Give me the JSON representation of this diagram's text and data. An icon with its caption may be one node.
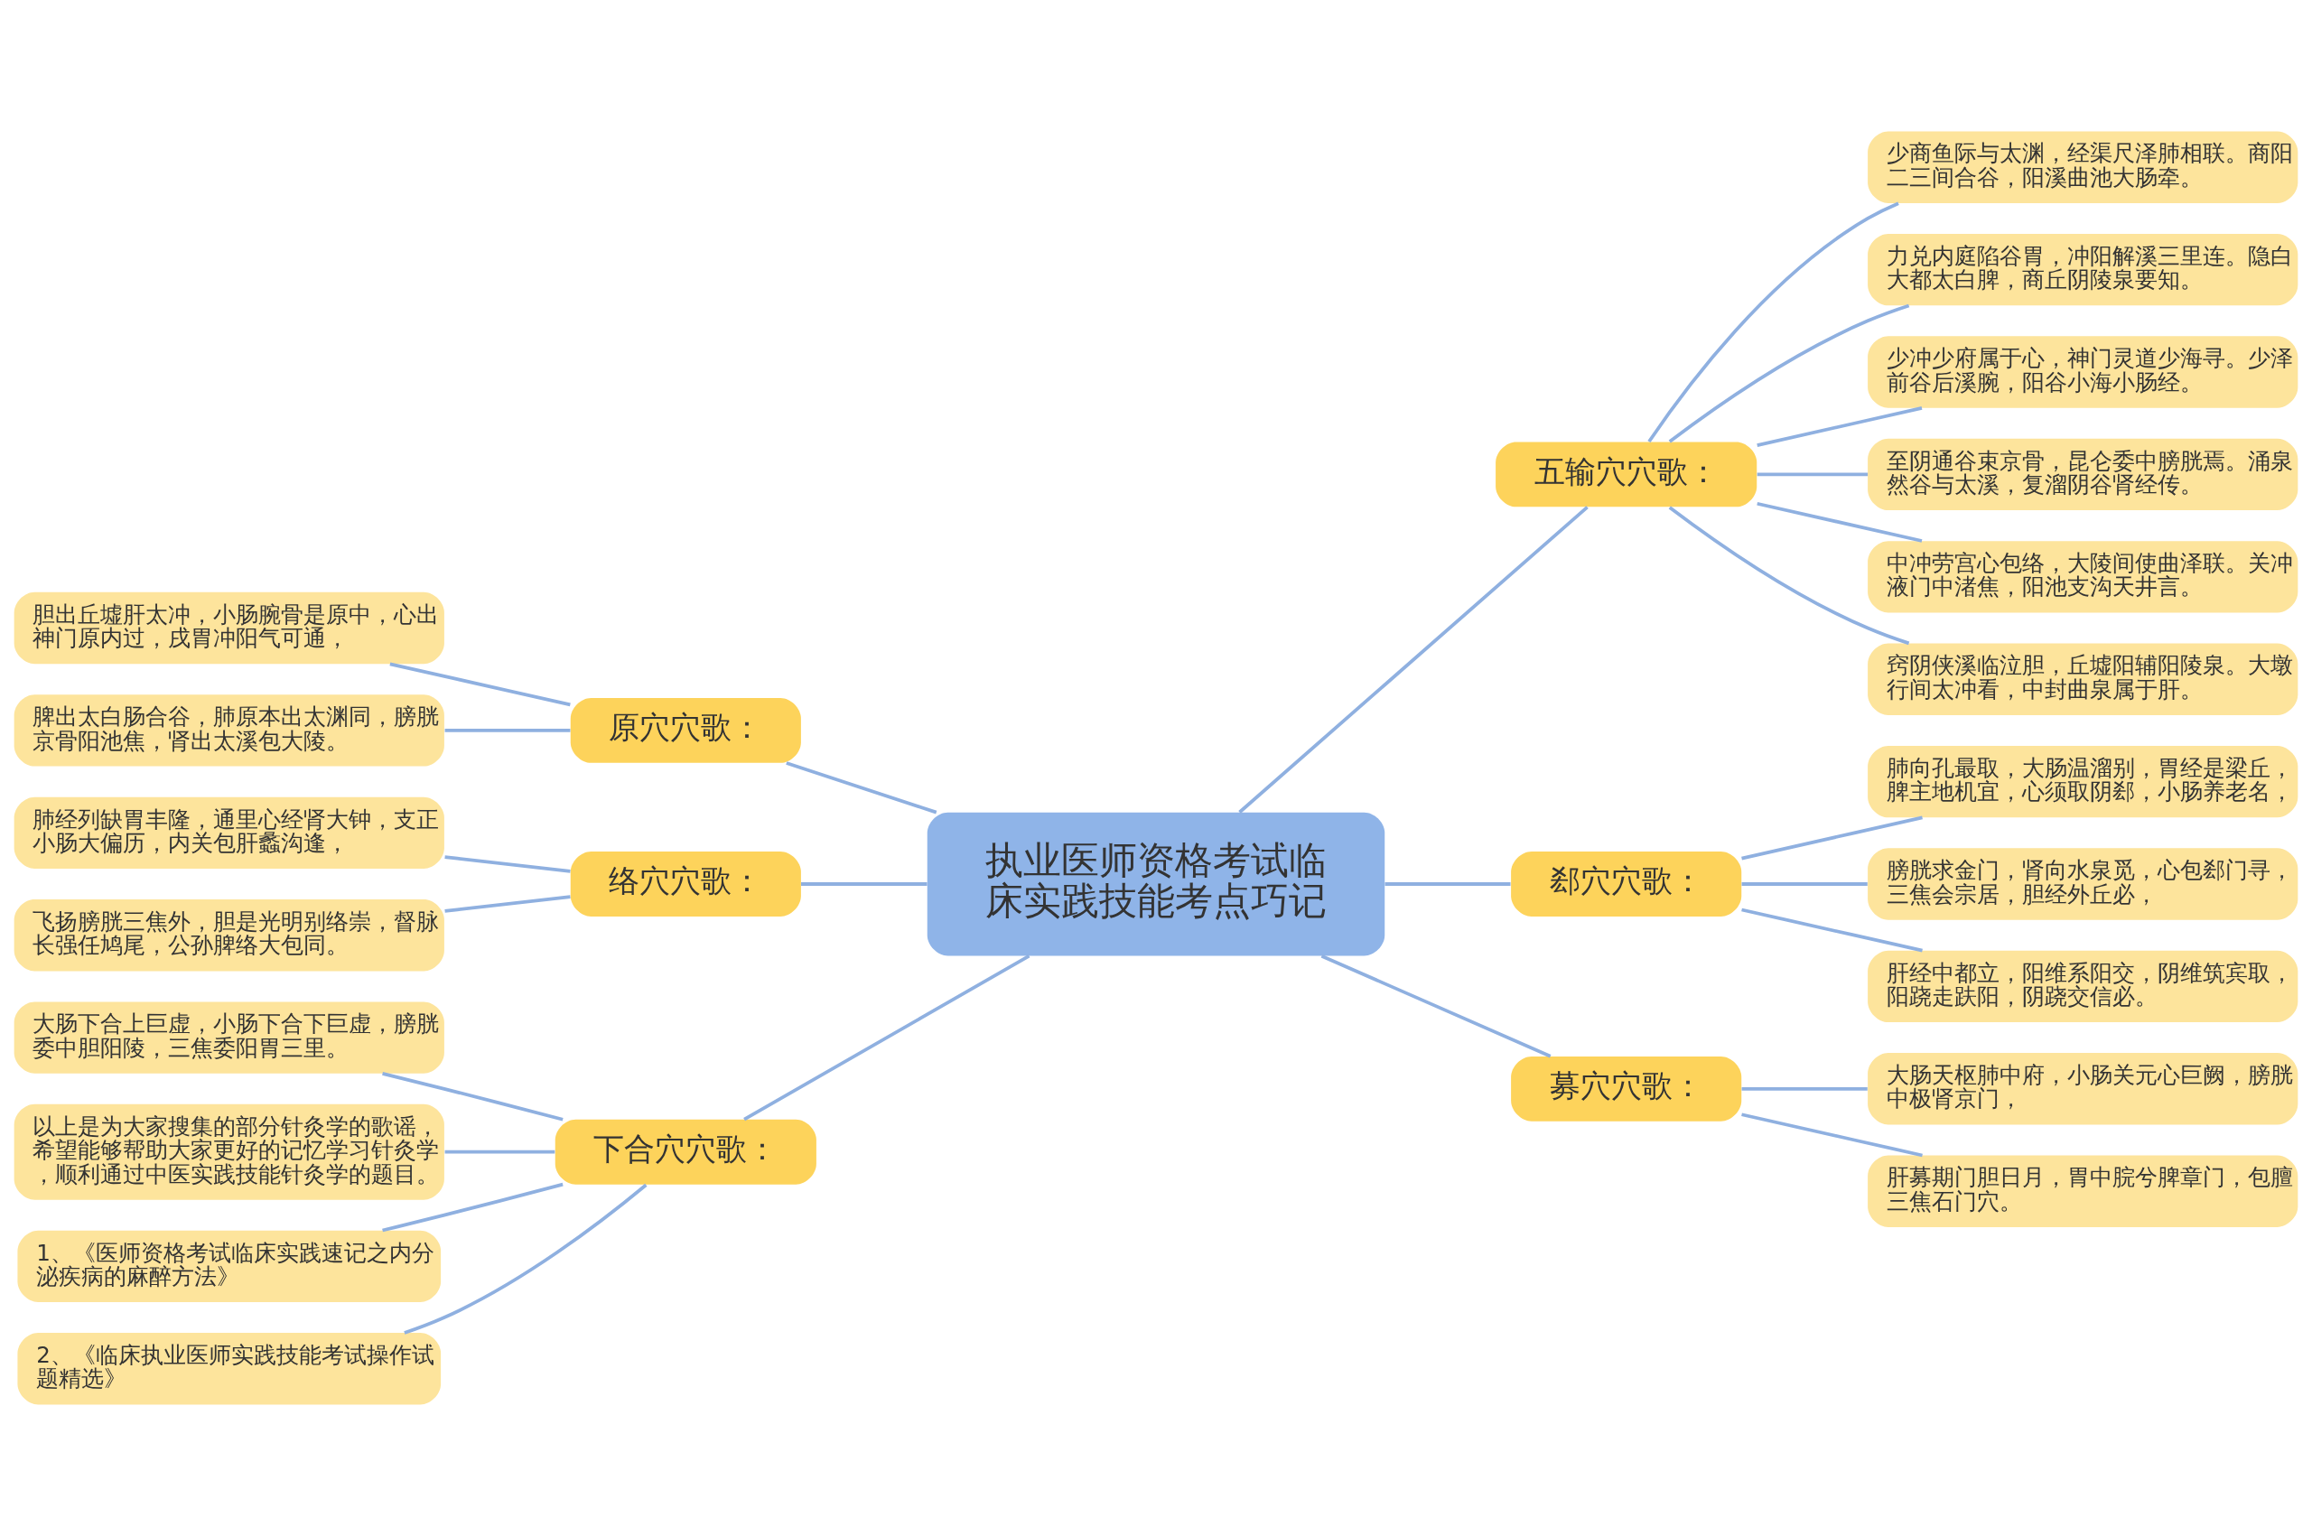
{
  "diagram": {
    "nodes": [
      {
        "text": [
          "执业医师资格考试临床实践技能考点巧记"
        ]
      },
      {
        "text": [
          "原穴穴歌："
        ]
      },
      {
        "text": [
          "胆出丘墟肝太冲，小肠腕骨是原中，心出神门原内过，戌胃冲阳气可通，"
        ]
      },
      {
        "text": [
          "脾出太白肠合谷，肺原本出太渊同，膀胱京骨阳池焦，肾出太溪包大陵。"
        ]
      },
      {
        "text": [
          "络穴穴歌："
        ]
      },
      {
        "text": [
          "肺经列缺胃丰隆，通里心经肾大钟，支正小肠大偏历，内关包肝蠡沟逢，"
        ]
      },
      {
        "text": [
          "飞扬膀胱三焦外，胆是光明别络崇，督脉长强任鸠尾，公孙脾络大包同。"
        ]
      },
      {
        "text": [
          "下合穴穴歌："
        ]
      },
      {
        "text": [
          "大肠下合上巨虚，小肠下合下巨虚，膀胱委中胆阳陵，三焦委阳胃三里。"
        ]
      },
      {
        "text": [
          "以上是为大家搜集的部分针灸学的歌谣，希望能够帮助大家更好的记忆学习针灸学，顺利通过中医实践技能针灸学的题目。"
        ]
      },
      {
        "text": [
          "1、《医师资格考试临床实践速记之内分泌疾病的麻醉方法》"
        ]
      },
      {
        "text": [
          "2、《临床执业医师实践技能考试操作试题精选》"
        ]
      },
      {
        "text": [
          "五输穴穴歌："
        ]
      },
      {
        "text": [
          "少商鱼际与太渊，经渠尺泽肺相联。商阳二三间合谷，阳溪曲池大肠牵。"
        ]
      },
      {
        "text": [
          "力兑内庭陷谷胃，冲阳解溪三里连。隐白大都太白脾，商丘阴陵泉要知。"
        ]
      },
      {
        "text": [
          "少冲少府属于心，神门灵道少海寻。少泽前谷后溪腕，阳谷小海小肠经。"
        ]
      },
      {
        "text": [
          "至阴通谷束京骨，昆仑委中膀胱焉。涌泉然谷与太溪，复溜阴谷肾经传。"
        ]
      },
      {
        "text": [
          "中冲劳宫心包络，大陵间使曲泽联。关冲液门中渚焦，阳池支沟天井言。"
        ]
      },
      {
        "text": [
          "窍阴侠溪临泣胆，丘墟阳辅阳陵泉。大墩行间太冲看，中封曲泉属于肝。"
        ]
      },
      {
        "text": [
          "郄穴穴歌："
        ]
      },
      {
        "text": [
          "肺向孔最取，大肠温溜别，胃经是梁丘，脾主地机宜，心须取阴郄，小肠养老名，"
        ]
      },
      {
        "text": [
          "膀胱求金门，肾向水泉觅，心包郄门寻，三焦会宗居，胆经外丘必，"
        ]
      },
      {
        "text": [
          "肝经中都立，阳维系阳交，阴维筑宾取，阳跷走趺阳，阴跷交信必。"
        ]
      },
      {
        "text": [
          "募穴穴歌："
        ]
      },
      {
        "text": [
          "大肠天枢肺中府，小肠关元心巨阙，膀胱中极肾京门，"
        ]
      },
      {
        "text": [
          "肝募期门胆日月，胃中脘兮脾章门，包膻三焦石门穴。"
        ]
      }
    ],
    "edges": [
      {
        "from": 0,
        "to": 1,
        "arrow": "none"
      },
      {
        "from": 1,
        "to": 2,
        "arrow": "none"
      },
      {
        "from": 1,
        "to": 3,
        "arrow": "none"
      },
      {
        "from": 0,
        "to": 4,
        "arrow": "none"
      },
      {
        "from": 4,
        "to": 5,
        "arrow": "none"
      },
      {
        "from": 4,
        "to": 6,
        "arrow": "none"
      },
      {
        "from": 0,
        "to": 7,
        "arrow": "none"
      },
      {
        "from": 7,
        "to": 8,
        "arrow": "none"
      },
      {
        "from": 7,
        "to": 9,
        "arrow": "none"
      },
      {
        "from": 7,
        "to": 10,
        "arrow": "none"
      },
      {
        "from": 7,
        "to": 11,
        "arrow": "none"
      },
      {
        "from": 0,
        "to": 12,
        "arrow": "none"
      },
      {
        "from": 12,
        "to": 13,
        "arrow": "none"
      },
      {
        "from": 12,
        "to": 14,
        "arrow": "none"
      },
      {
        "from": 12,
        "to": 15,
        "arrow": "none"
      },
      {
        "from": 12,
        "to": 16,
        "arrow": "none"
      },
      {
        "from": 12,
        "to": 17,
        "arrow": "none"
      },
      {
        "from": 12,
        "to": 18,
        "arrow": "none"
      },
      {
        "from": 0,
        "to": 19,
        "arrow": "none"
      },
      {
        "from": 19,
        "to": 20,
        "arrow": "none"
      },
      {
        "from": 19,
        "to": 21,
        "arrow": "none"
      },
      {
        "from": 19,
        "to": 22,
        "arrow": "none"
      },
      {
        "from": 0,
        "to": 23,
        "arrow": "none"
      },
      {
        "from": 23,
        "to": 24,
        "arrow": "none"
      },
      {
        "from": 23,
        "to": 25,
        "arrow": "none"
      }
    ]
  }
}
